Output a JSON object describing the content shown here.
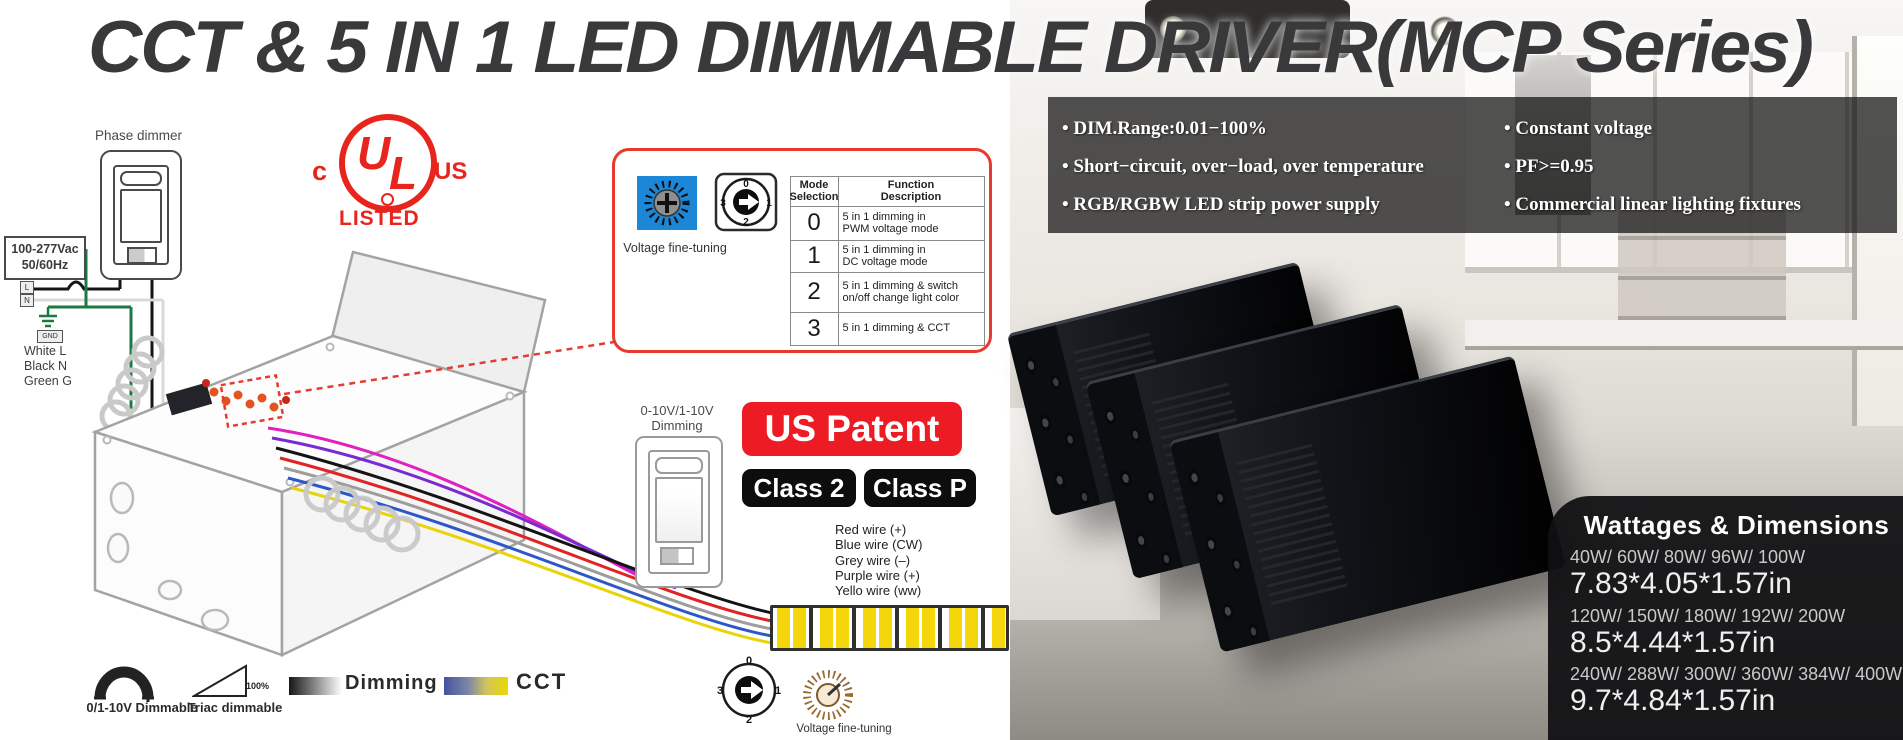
{
  "title": "CCT & 5 IN 1 LED DIMMABLE DRIVER(MCP Series)",
  "diagram": {
    "phase_dimmer_label": "Phase dimmer",
    "input_rating": "100-277Vac\n50/60Hz",
    "terminal_l": "L",
    "terminal_n": "N",
    "gnd_label": "GND",
    "wire_color_legend": "White L\nBlack N\nGreen G",
    "ul_mark": {
      "c": "c",
      "u": "U",
      "l": "L",
      "us": "US",
      "listed": "LISTED"
    },
    "voltage_fine_tuning_label": "Voltage fine-tuning",
    "dial_numbers": [
      "0",
      "1",
      "2",
      "3"
    ],
    "mode_table": {
      "header_mode": "Mode\nSelection",
      "header_function": "Function\nDescription",
      "rows": [
        {
          "mode": "0",
          "desc": "5 in 1 dimming in\nPWM voltage mode"
        },
        {
          "mode": "1",
          "desc": "5 in 1 dimming in\nDC voltage mode"
        },
        {
          "mode": "2",
          "desc": "5 in 1 dimming & switch\non/off change light color"
        },
        {
          "mode": "3",
          "desc": "5 in 1 dimming & CCT"
        }
      ]
    },
    "dimmer_switch_label": "0-10V/1-10V\nDimming",
    "us_patent_badge": "US Patent",
    "class2_badge": "Class 2",
    "classp_badge": "Class P",
    "wire_labels": [
      "Red wire (+)",
      "Blue wire (CW)",
      "Grey wire (–)",
      "Purple wire (+)",
      "Yello wire (ww)"
    ],
    "legend": {
      "dimmable_0_1_10v": "0/1-10V Dimmable",
      "triac": "Triac dimmable",
      "triac_pct": "100%",
      "dimming": "Dimming",
      "cct": "CCT"
    }
  },
  "features": {
    "col1": [
      "• DIM.Range:0.01−100%",
      "• Short−circuit, over−load, over temperature",
      "• RGB/RGBW LED strip power supply"
    ],
    "col2": [
      "• Constant voltage",
      "• PF>=0.95",
      "• Commercial linear lighting fixtures"
    ]
  },
  "wattages": {
    "title": "Wattages & Dimensions",
    "groups": [
      {
        "watts": "40W/ 60W/ 80W/ 96W/ 100W",
        "dims": "7.83*4.05*1.57in"
      },
      {
        "watts": "120W/ 150W/ 180W/ 192W/ 200W",
        "dims": "8.5*4.44*1.57in"
      },
      {
        "watts": "240W/ 288W/ 300W/ 360W/ 384W/ 400W",
        "dims": "9.7*4.84*1.57in"
      }
    ]
  },
  "colors": {
    "accent_red": "#e8251d",
    "badge_red": "#ed1c24",
    "tuner_blue": "#1b87d6",
    "panel_black": "#101012",
    "cct_blue": "#44549e",
    "cct_yellow": "#ecd800",
    "led_yellow": "#f5d60a"
  }
}
